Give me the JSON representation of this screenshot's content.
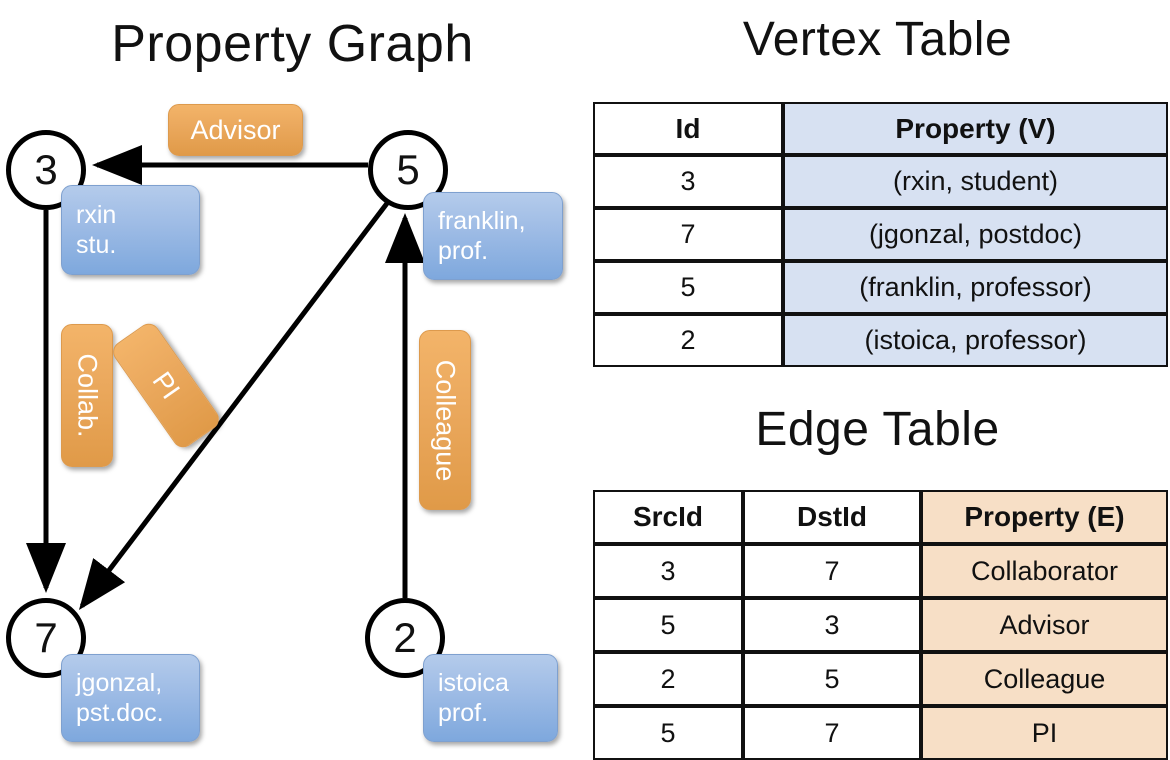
{
  "graph_panel": {
    "title": "Property Graph",
    "vertices": [
      {
        "id": "3",
        "property_lines": [
          "rxin",
          "stu."
        ]
      },
      {
        "id": "5",
        "property_lines": [
          "franklin,",
          "prof."
        ]
      },
      {
        "id": "7",
        "property_lines": [
          "jgonzal,",
          "pst.doc."
        ]
      },
      {
        "id": "2",
        "property_lines": [
          "istoica",
          "prof."
        ]
      }
    ],
    "edge_labels": [
      {
        "name": "advisor",
        "text": "Advisor"
      },
      {
        "name": "collab",
        "text": "Collab."
      },
      {
        "name": "pi",
        "text": "PI"
      },
      {
        "name": "colleague",
        "text": "Colleague"
      }
    ]
  },
  "vertex_table": {
    "title": "Vertex Table",
    "columns": [
      "Id",
      "Property (V)"
    ],
    "rows": [
      {
        "id": "3",
        "property": "(rxin, student)"
      },
      {
        "id": "7",
        "property": "(jgonzal, postdoc)"
      },
      {
        "id": "5",
        "property": "(franklin, professor)"
      },
      {
        "id": "2",
        "property": "(istoica, professor)"
      }
    ]
  },
  "edge_table": {
    "title": "Edge Table",
    "columns": [
      "SrcId",
      "DstId",
      "Property (E)"
    ],
    "rows": [
      {
        "src": "3",
        "dst": "7",
        "property": "Collaborator"
      },
      {
        "src": "5",
        "dst": "3",
        "property": "Advisor"
      },
      {
        "src": "2",
        "dst": "5",
        "property": "Colleague"
      },
      {
        "src": "5",
        "dst": "7",
        "property": "PI"
      }
    ]
  },
  "colors": {
    "vertex_property_fill": "#9dbbe5",
    "edge_label_fill": "#eba95e",
    "vertex_table_property_fill": "#d7e1f2",
    "edge_table_property_fill": "#f7dfc6",
    "stroke": "#000000"
  }
}
